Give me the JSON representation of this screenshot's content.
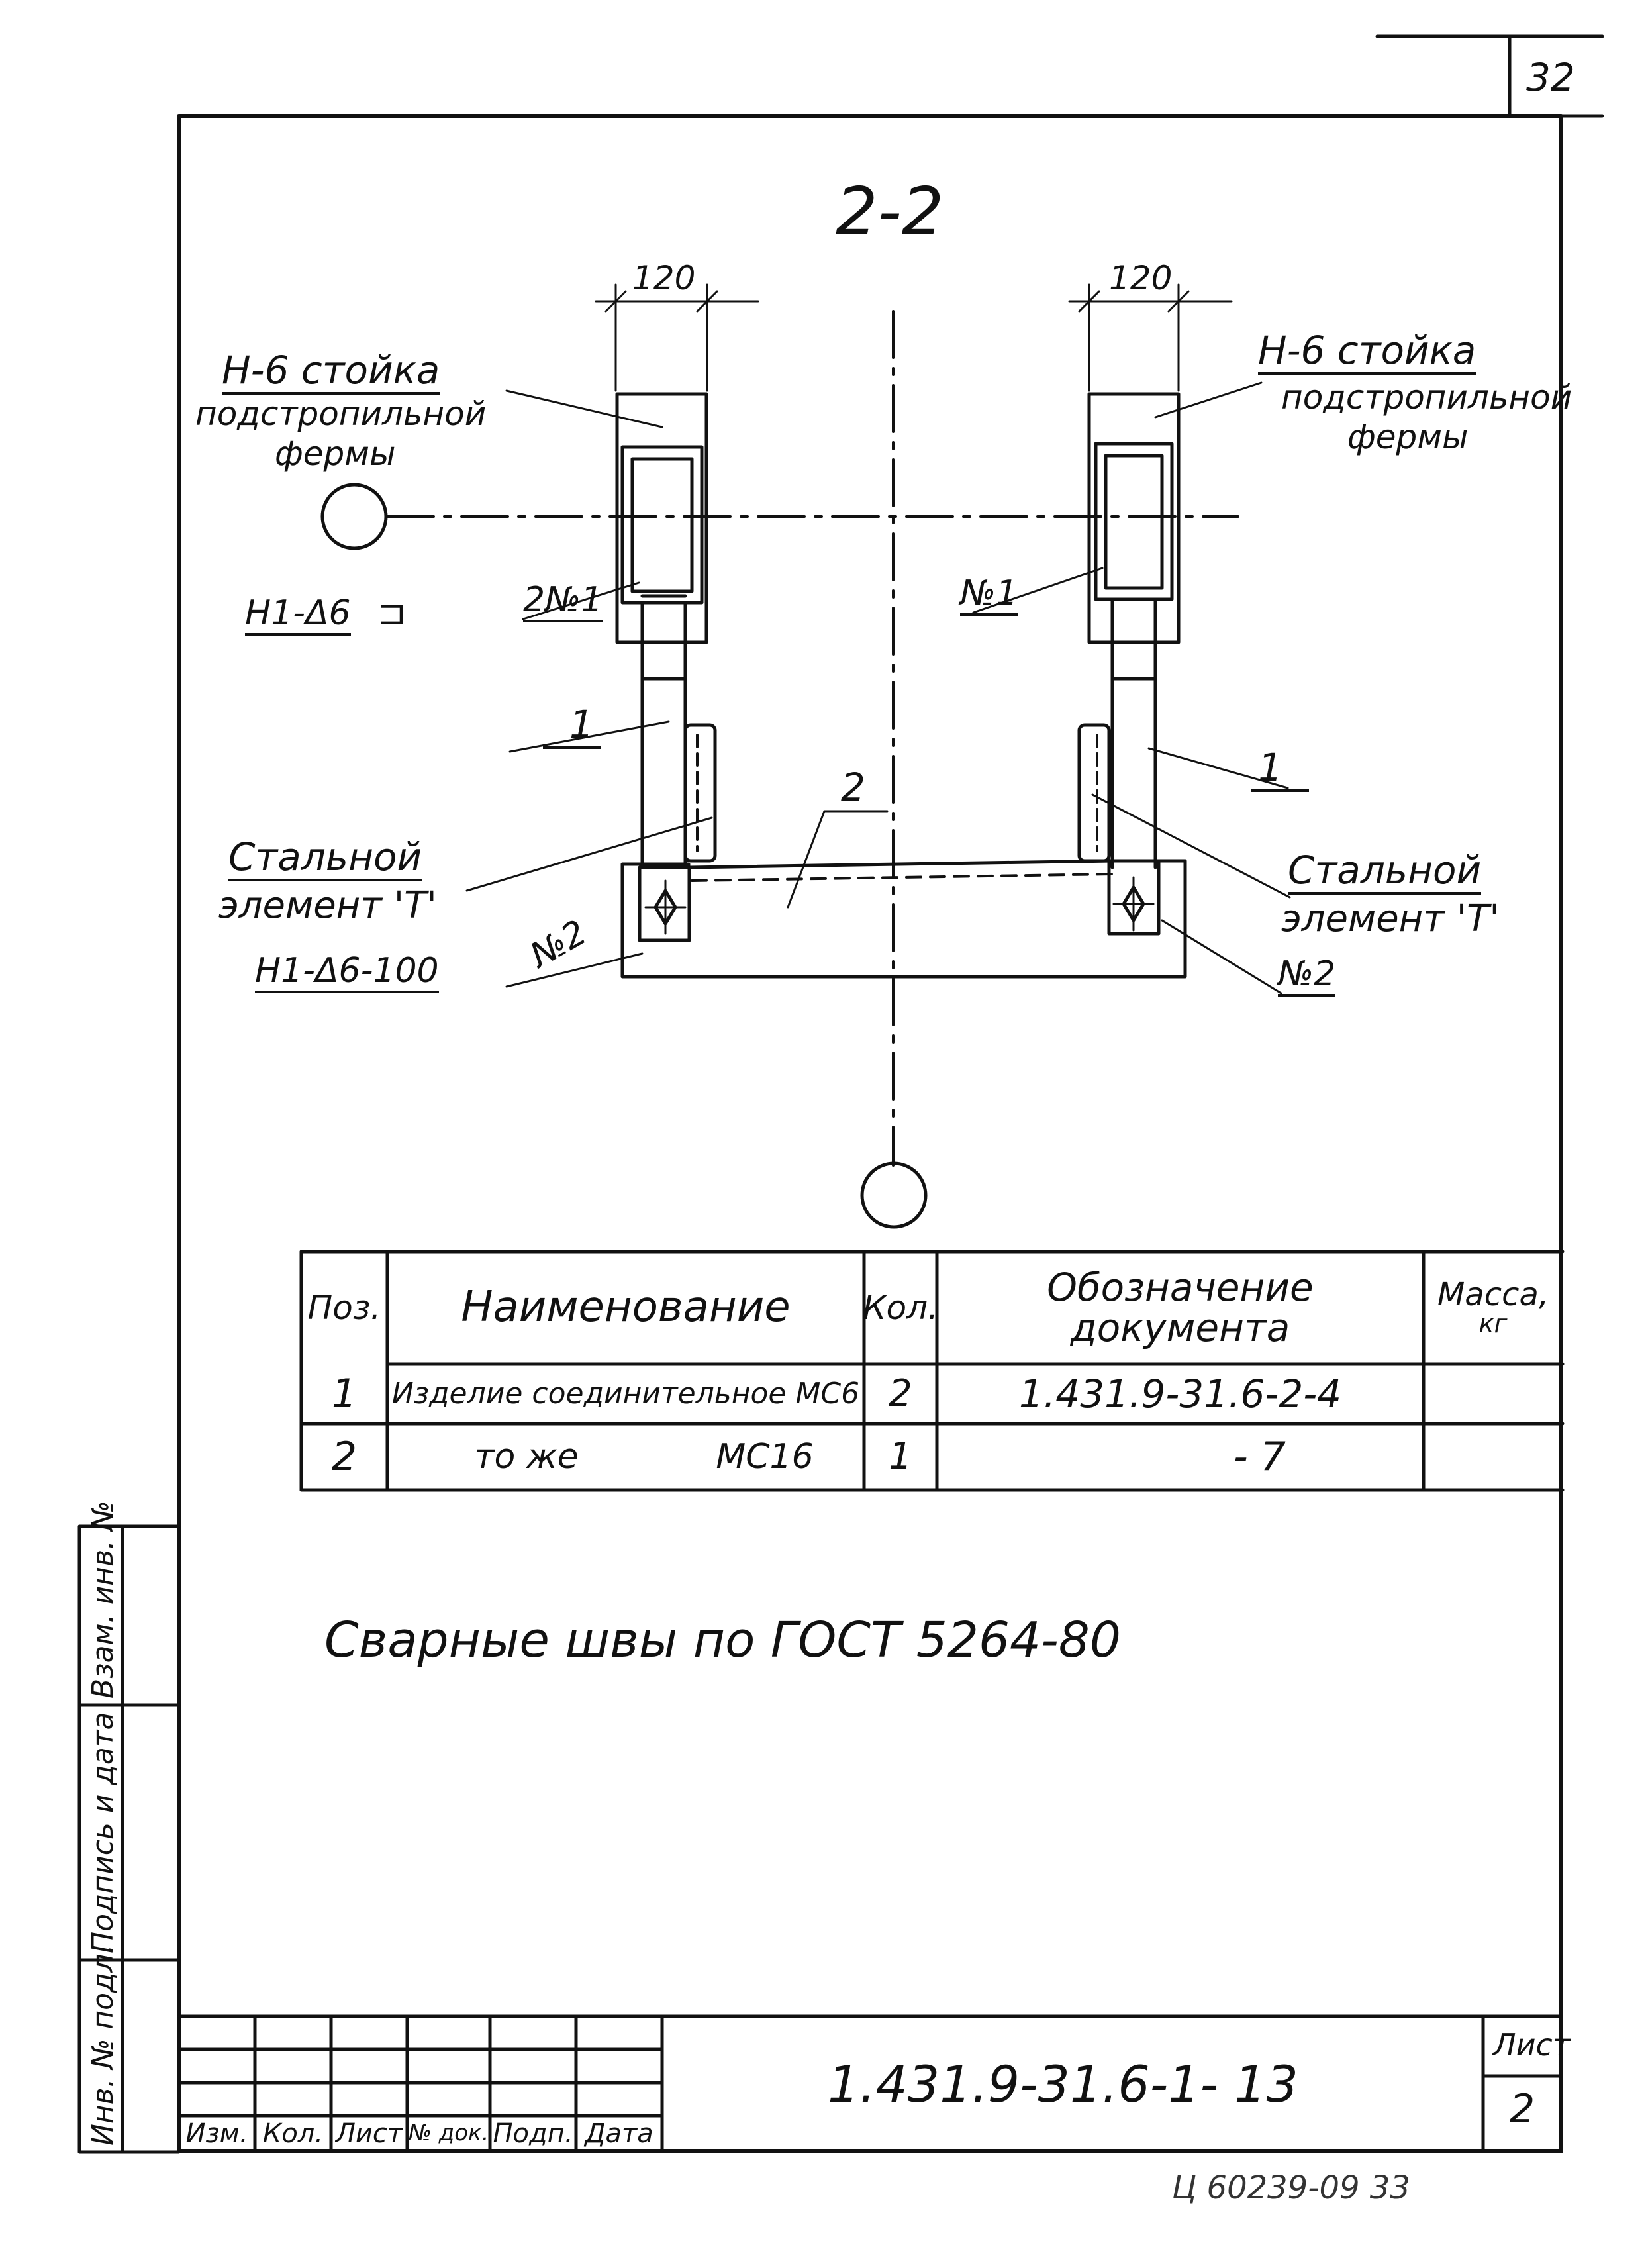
{
  "sheet": {
    "corner_number": "32",
    "section_title": "2-2",
    "bottom_stamp": "Ц 60239-09   33"
  },
  "callouts": {
    "dim_left": "120",
    "dim_right": "120",
    "left_column_label": [
      "Н-6 стойка",
      "подстропильной",
      "фермы"
    ],
    "right_column_label": [
      "Н-6 стойка",
      "подстропильной",
      "фермы"
    ],
    "left_mark_top": "Н1-Δ6",
    "left_bolt_top": "2№1",
    "right_bolt_top": "№1",
    "pos1_left": "1",
    "pos1_right": "1",
    "pos2_center": "2",
    "left_steel_element": [
      "Стальной",
      "элемент 'Т'"
    ],
    "right_steel_element": [
      "Стальной",
      "элемент 'Т'"
    ],
    "left_mark_bottom": "Н1-Δ6-100",
    "left_bolt_bottom": "№2",
    "right_bolt_bottom": "№2"
  },
  "spec_table": {
    "headers": {
      "pos": "Поз.",
      "name": "Наименование",
      "qty": "Кол.",
      "doc": [
        "Обозначение",
        "документа"
      ],
      "mass": [
        "Масса,",
        "кг"
      ]
    },
    "rows": [
      {
        "pos": "1",
        "name": "Изделие соединительное МС6",
        "qty": "2",
        "doc": "1.431.9-31.6-2-4",
        "mass": ""
      },
      {
        "pos": "2",
        "name_a": "то же",
        "name_b": "МС16",
        "qty": "1",
        "doc": "- 7",
        "mass": ""
      }
    ]
  },
  "note": "Сварные швы по ГОСТ 5264-80",
  "left_margin": {
    "inv_podl": "Инв. № подл.",
    "podpis": "Подпись и дата",
    "vzam": "Взам. инв. №"
  },
  "title_block": {
    "columns": [
      "Изм.",
      "Кол.",
      "Лист",
      "№ док.",
      "Подп.",
      "Дата"
    ],
    "designation": "1.431.9-31.6-1- 13",
    "sheet_label": "Лист",
    "sheet_number": "2"
  }
}
